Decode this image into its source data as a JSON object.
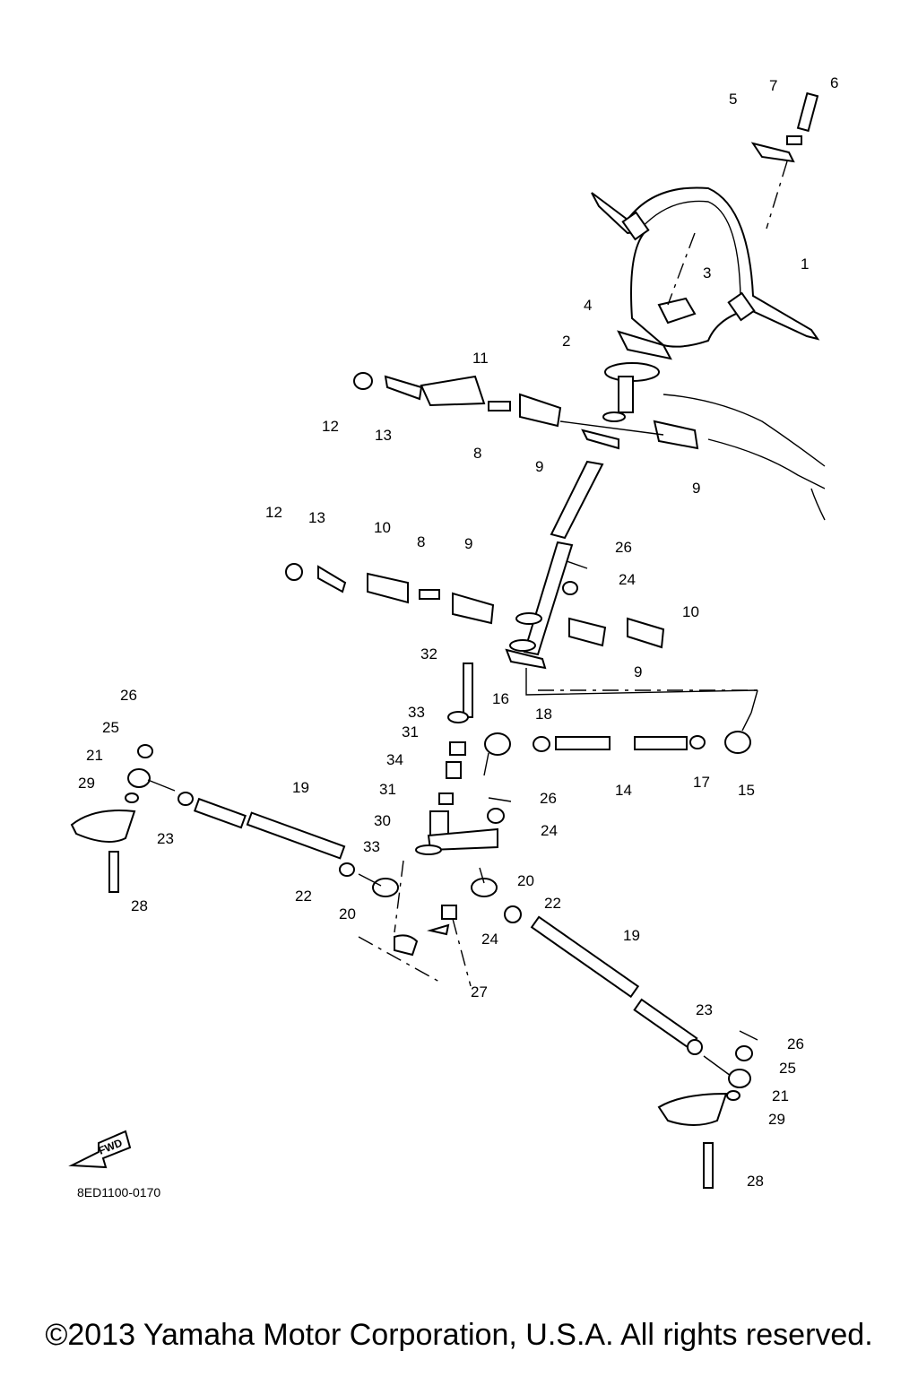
{
  "callouts": [
    "1",
    "2",
    "3",
    "4",
    "5",
    "6",
    "7",
    "8",
    "8",
    "9",
    "9",
    "9",
    "9",
    "10",
    "10",
    "11",
    "12",
    "12",
    "13",
    "13",
    "14",
    "15",
    "16",
    "17",
    "18",
    "19",
    "19",
    "20",
    "20",
    "21",
    "21",
    "22",
    "22",
    "23",
    "23",
    "24",
    "24",
    "24",
    "25",
    "25",
    "26",
    "26",
    "26",
    "26",
    "27",
    "28",
    "28",
    "29",
    "29",
    "30",
    "31",
    "31",
    "32",
    "33",
    "33",
    "34"
  ],
  "fwd_label": "FWD",
  "drawing_code": "8ED1100-0170",
  "copyright": "©2013 Yamaha Motor Corporation, U.S.A. All rights reserved."
}
